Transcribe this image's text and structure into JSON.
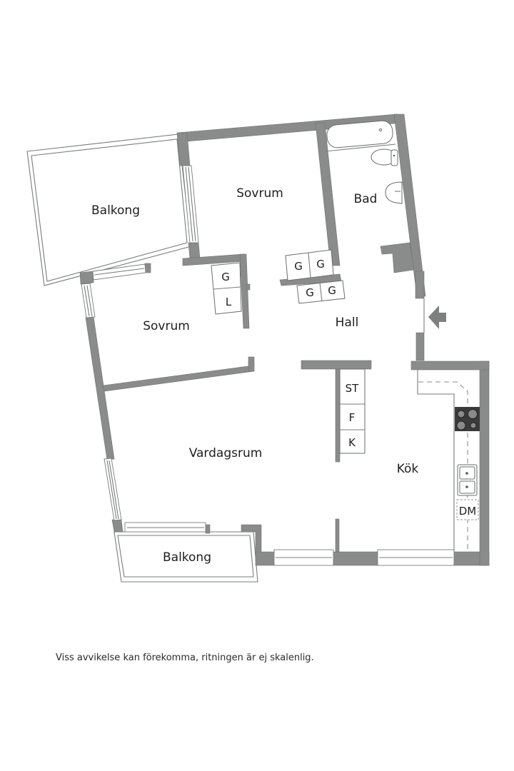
{
  "floor_plan": {
    "rooms": [
      {
        "id": "balkong-top",
        "label": "Balkong"
      },
      {
        "id": "sovrum-top",
        "label": "Sovrum"
      },
      {
        "id": "bad",
        "label": "Bad"
      },
      {
        "id": "sovrum-mid",
        "label": "Sovrum"
      },
      {
        "id": "hall",
        "label": "Hall"
      },
      {
        "id": "vardagsrum",
        "label": "Vardagsrum"
      },
      {
        "id": "kok",
        "label": "Kök"
      },
      {
        "id": "balkong-bottom",
        "label": "Balkong"
      }
    ],
    "closets": {
      "sovrum_mid": [
        "G",
        "L"
      ],
      "hall_upper": [
        "G",
        "G"
      ],
      "hall_lower": [
        "G",
        "G"
      ],
      "kitchen_column": [
        "ST",
        "F",
        "K"
      ]
    },
    "appliances": {
      "dishwasher": "DM"
    },
    "icons": [
      "entrance-arrow-icon",
      "bathtub-icon",
      "toilet-icon",
      "sink-icon",
      "stove-icon",
      "kitchen-sink-icon"
    ],
    "colors": {
      "wall": "#8a8c8c",
      "background": "#ffffff",
      "text": "#1e1e1e"
    }
  },
  "disclaimer": "Viss avvikelse kan förekomma, ritningen är ej skalenlig."
}
